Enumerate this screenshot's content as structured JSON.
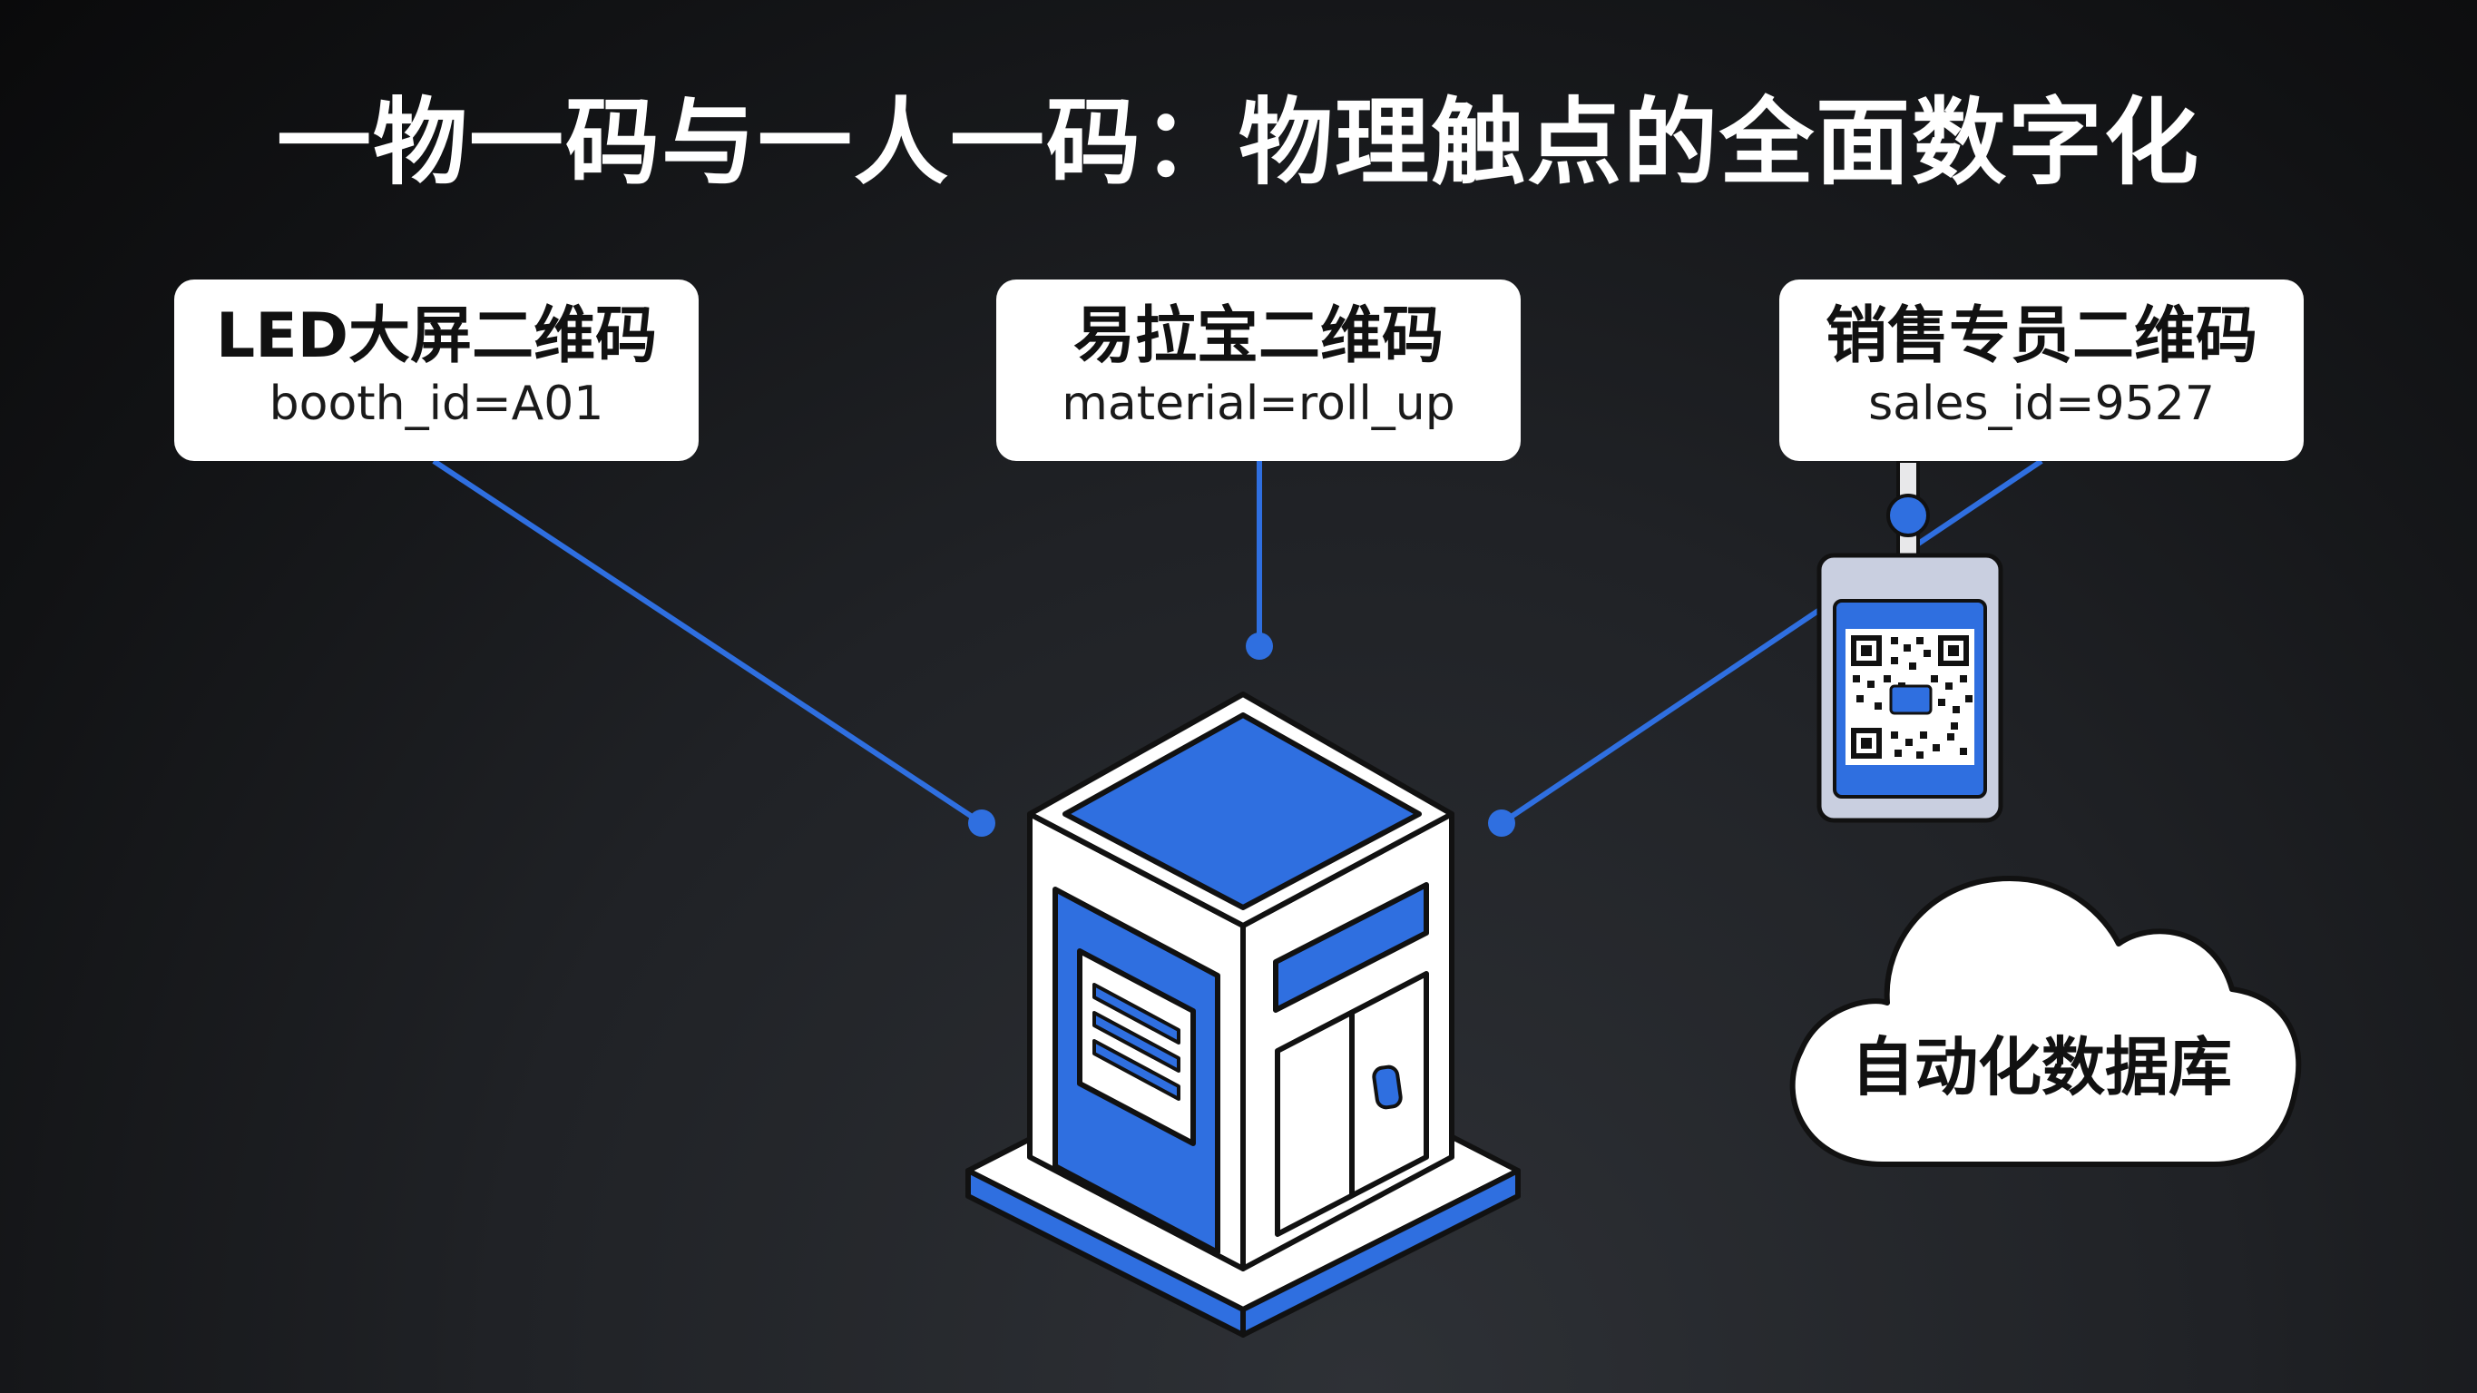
{
  "title": "一物一码与一人一码：物理触点的全面数字化",
  "labels": [
    {
      "title": "LED大屏二维码",
      "code": "booth_id=A01"
    },
    {
      "title": "易拉宝二维码",
      "code": "material=roll_up"
    },
    {
      "title": "销售专员二维码",
      "code": "sales_id=9527"
    }
  ],
  "cloud": {
    "label": "自动化数据库"
  },
  "colors": {
    "accent": "#2f6fe0",
    "background": "#15161a",
    "box": "#ffffff",
    "text": "#111111"
  }
}
